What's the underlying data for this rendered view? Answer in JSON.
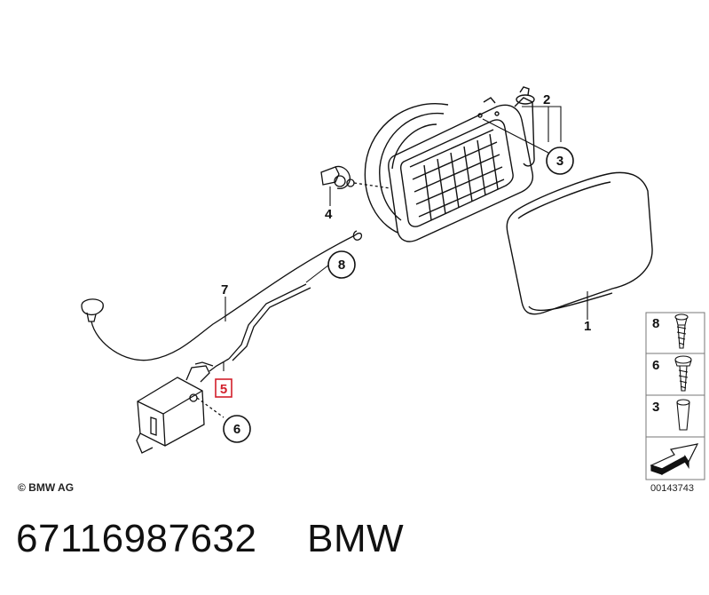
{
  "callouts": {
    "c1": "1",
    "c2": "2",
    "c3": "3",
    "c4": "4",
    "c5": "5",
    "c6": "6",
    "c7": "7",
    "c8": "8"
  },
  "side_panel": {
    "items": [
      {
        "number": "8",
        "icon": "screw-icon"
      },
      {
        "number": "6",
        "icon": "flange-screw-icon"
      },
      {
        "number": "3",
        "icon": "rubber-buffer-icon"
      }
    ],
    "nav_icon": "arrow-icon"
  },
  "copyright": "© BMW AG",
  "figure_number": "00143743",
  "caption": {
    "part_number": "67116987632",
    "brand": "BMW"
  },
  "colors": {
    "line": "#111111",
    "highlight": "#d21f2b",
    "panel_border": "#777777"
  }
}
